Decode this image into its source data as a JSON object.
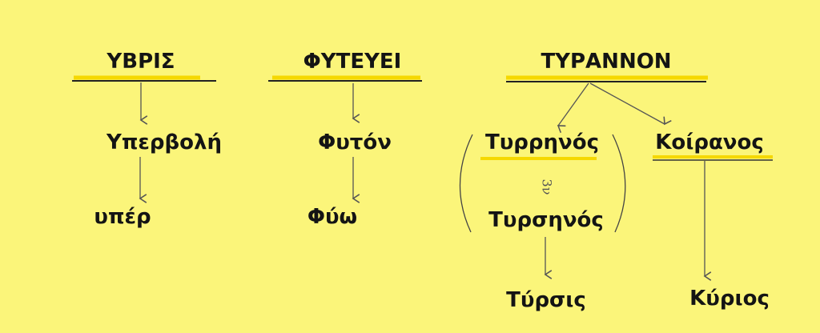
{
  "columns": [
    {
      "head": "ΥΒΡΙΣ",
      "words": [
        "Υπερβολή",
        "υπέρ"
      ]
    },
    {
      "head": "ΦΥΤΕΥΕΙ",
      "words": [
        "Φυτόν",
        "Φύω"
      ]
    },
    {
      "head": "ΤΥΡΑΝΝΟΝ",
      "left_branch": [
        "Τυρρηνός",
        "Τυρσηνός",
        "Τύρσις"
      ],
      "right_branch": [
        "Κοίρανος",
        "Κύριος"
      ],
      "annotation": "3ν"
    }
  ],
  "colors": {
    "background": "#fbf57a",
    "highlight": "#f5d800",
    "ink": "#141414"
  }
}
